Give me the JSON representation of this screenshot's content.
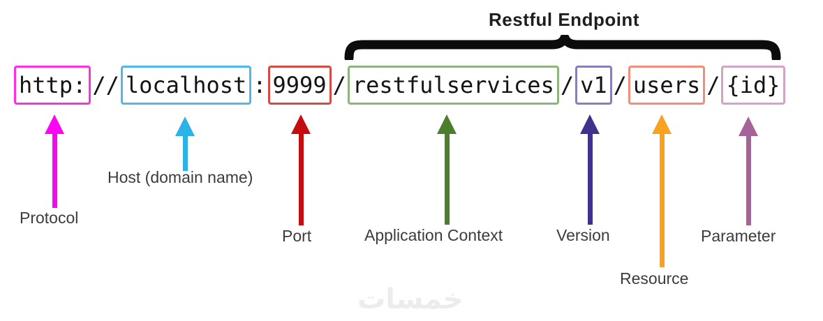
{
  "brace_label": "Restful Endpoint",
  "watermark": "خمسات",
  "url": {
    "full": "http://localhost:9999/restfulservices/v1/users/{id}",
    "segments": [
      {
        "text": "http:",
        "box": true,
        "name": "protocol",
        "border_color": "#fb30e2"
      },
      {
        "text": "//",
        "box": false
      },
      {
        "text": "localhost",
        "box": true,
        "name": "host",
        "border_color": "#4fb8e8"
      },
      {
        "text": ":",
        "box": false
      },
      {
        "text": "9999",
        "box": true,
        "name": "port",
        "border_color": "#d64a44"
      },
      {
        "text": "/",
        "box": false
      },
      {
        "text": "restfulservices",
        "box": true,
        "name": "application-context",
        "border_color": "#8fb47b"
      },
      {
        "text": "/",
        "box": false
      },
      {
        "text": "v1",
        "box": true,
        "name": "version",
        "border_color": "#887eba"
      },
      {
        "text": "/",
        "box": false
      },
      {
        "text": "users",
        "box": true,
        "name": "resource",
        "border_color": "#f18d7d"
      },
      {
        "text": "/",
        "box": false
      },
      {
        "text": "{id}",
        "box": true,
        "name": "parameter",
        "border_color": "#d3a3c6"
      }
    ]
  },
  "annotations": [
    {
      "id": "protocol",
      "label": "Protocol",
      "arrow_color": "#fb06f2"
    },
    {
      "id": "host",
      "label": "Host (domain name)",
      "arrow_color": "#2bb3e8"
    },
    {
      "id": "port",
      "label": "Port",
      "arrow_color": "#c50d10"
    },
    {
      "id": "application-context",
      "label": "Application Context",
      "arrow_color": "#4d7e2b"
    },
    {
      "id": "version",
      "label": "Version",
      "arrow_color": "#42318c"
    },
    {
      "id": "resource",
      "label": "Resource",
      "arrow_color": "#f9a21d"
    },
    {
      "id": "parameter",
      "label": "Parameter",
      "arrow_color": "#a5639a"
    }
  ],
  "colors": {
    "brace": "#0c0c0c",
    "url_text": "#141414",
    "label_text": "#3c3c3c"
  }
}
